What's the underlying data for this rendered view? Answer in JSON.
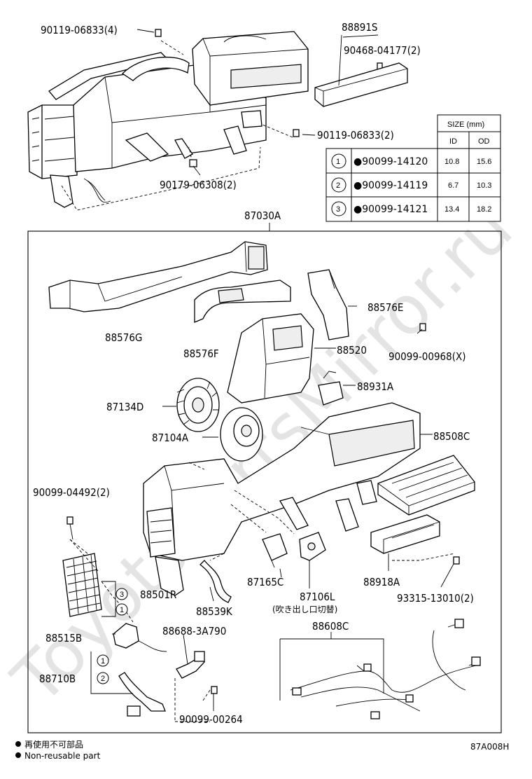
{
  "watermark": "ToyotaPartsMirror.ru",
  "diagram_code": "87A008H",
  "assembly_label": "87030A",
  "legend": {
    "jp_text": "再使用不可部品",
    "en_text": "Non-reusable part"
  },
  "size_table": {
    "header_size": "SIZE (mm)",
    "header_id": "ID",
    "header_od": "OD",
    "rows": [
      {
        "no": "1",
        "part": "●90099-14120",
        "id": "10.8",
        "od": "15.6"
      },
      {
        "no": "2",
        "part": "●90099-14119",
        "id": "6.7",
        "od": "10.3"
      },
      {
        "no": "3",
        "part": "●90099-14121",
        "id": "13.4",
        "od": "18.2"
      }
    ]
  },
  "labels": {
    "p90119_top": "90119-06833(4)",
    "p88891s": "88891S",
    "p90468": "90468-04177(2)",
    "p90119_mid": "90119-06833(2)",
    "p90179": "90179-06308(2)",
    "p88576e": "88576E",
    "p88576g": "88576G",
    "p88576f": "88576F",
    "p88520": "88520",
    "p90099_00968": "90099-00968(X)",
    "p88931a": "88931A",
    "p87134d": "87134D",
    "p87104a": "87104A",
    "p88508c": "88508C",
    "p90099_04492": "90099-04492(2)",
    "p87165c": "87165C",
    "p87106l": "87106L",
    "p87106l_note": "(吹き出し口切替)",
    "p88918a": "88918A",
    "p93315": "93315-13010(2)",
    "p88501r": "88501R",
    "p88539k": "88539K",
    "p88515b": "88515B",
    "p88688": "88688-3A790",
    "p88608c": "88608C",
    "p88710b": "88710B",
    "p90099_00264": "90099-00264",
    "c3": "3",
    "c1a": "1",
    "c1b": "1",
    "c2": "2"
  }
}
